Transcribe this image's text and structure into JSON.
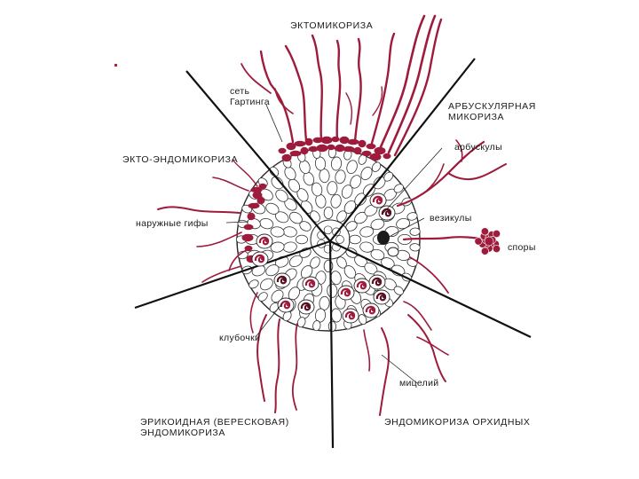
{
  "diagram": {
    "colors": {
      "hyphae": "#9e1b3c",
      "cells": "#2a2a2a",
      "background": "#ffffff",
      "divider": "#111111"
    },
    "sections": {
      "ecto": "ЭКТОМИКОРИЗА",
      "arbuscular": "АРБУСКУЛЯРНАЯ\nМИКОРИЗА",
      "ecto_endo": "ЭКТО-ЭНДОМИКОРИЗА",
      "ericoid": "ЭРИКОИДНАЯ (ВЕРЕСКОВАЯ)\nЭНДОМИКОРИЗА",
      "orchid": "ЭНДОМИКОРИЗА ОРХИДНЫХ"
    },
    "callouts": {
      "hartig_net": "сеть\nГартинга",
      "arbuscules": "арбускулы",
      "vesicles": "везикулы",
      "spores": "споры",
      "outer_hyphae": "наружные гифы",
      "coils": "клубочки",
      "mycelium": "мицелий"
    }
  }
}
